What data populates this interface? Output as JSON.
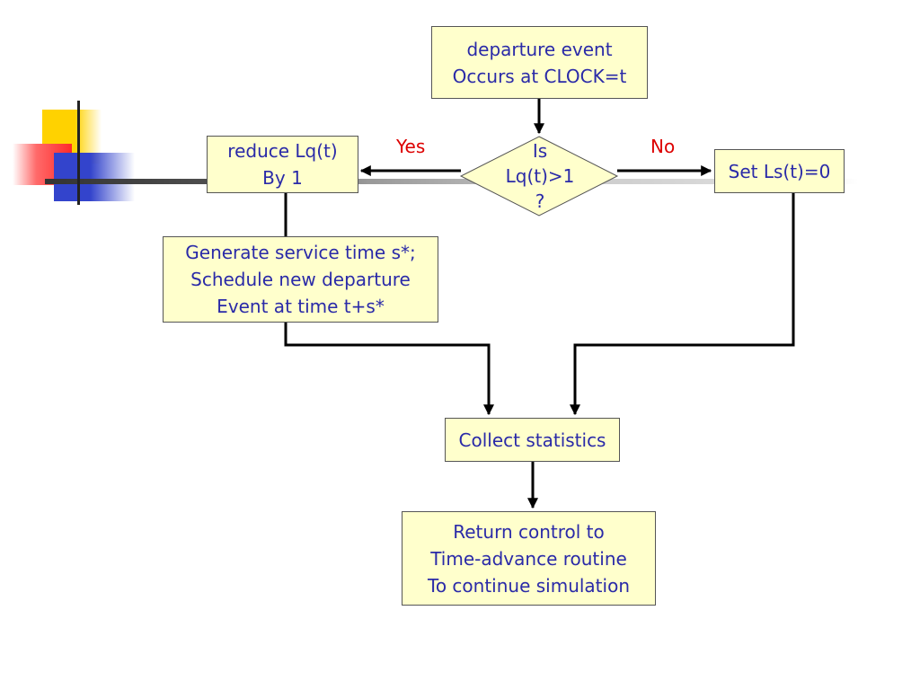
{
  "nodes": {
    "start": {
      "lines": [
        "departure event",
        "Occurs at CLOCK=t"
      ]
    },
    "decision": {
      "lines": [
        "Is",
        "Lq(t)>1",
        "?"
      ]
    },
    "reduce": {
      "lines": [
        "reduce Lq(t)",
        "By 1"
      ]
    },
    "set_ls": {
      "lines": [
        "Set Ls(t)=0"
      ]
    },
    "generate": {
      "lines": [
        "Generate service time s*;",
        "Schedule new departure",
        "Event at time t+s*"
      ]
    },
    "collect": {
      "lines": [
        "Collect statistics"
      ]
    },
    "return": {
      "lines": [
        "Return control to",
        "Time-advance routine",
        "To continue simulation"
      ]
    }
  },
  "branches": {
    "yes": "Yes",
    "no": "No"
  },
  "colors": {
    "node_fill": "#ffffcc",
    "node_text": "#2a2aa8",
    "branch_text": "#dd0000",
    "connector": "#000000"
  }
}
